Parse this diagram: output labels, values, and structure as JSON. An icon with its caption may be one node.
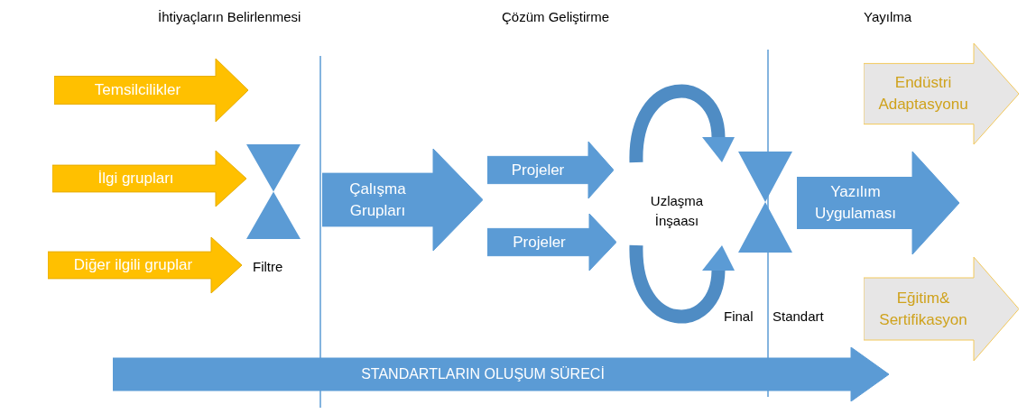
{
  "diagram": {
    "nodes": [
      {
        "text": [
          "Temsilcilikler"
        ]
      },
      {
        "text": [
          "İlgi grupları"
        ]
      },
      {
        "text": [
          "Diğer ilgili gruplar"
        ]
      },
      {
        "text": [],
        "shape": "hourglass"
      },
      {
        "text": [
          "Çalışma Grupları"
        ]
      },
      {
        "text": [
          "Projeler"
        ]
      },
      {
        "text": [
          "Projeler"
        ]
      },
      {
        "text": [],
        "shape": "hourglass"
      },
      {
        "text": [
          "Yazılım Uygulaması"
        ]
      },
      {
        "text": [
          "Endüstri Adaptasyonu"
        ]
      },
      {
        "text": [
          "Eğitim& Sertifikasyon"
        ]
      },
      {
        "text": [
          "STANDARTLARIN OLUŞUM SÜRECİ"
        ]
      }
    ],
    "labels": [
      "İhtiyaçların Belirlenmesi",
      "Çözüm Geliştirme",
      "Yayılma",
      "Uzlaşma İnşaası",
      "Filtre",
      "Final",
      "Standart"
    ]
  }
}
